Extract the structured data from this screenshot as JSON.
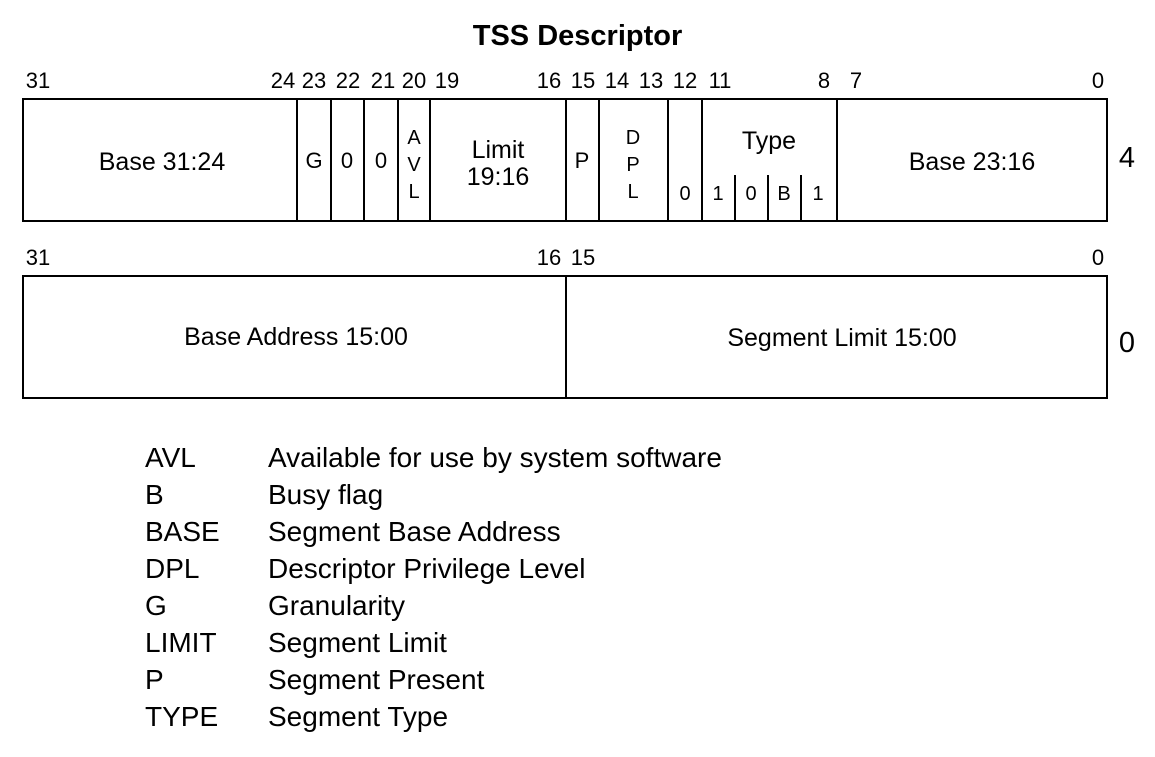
{
  "title": "TSS Descriptor",
  "word_high": {
    "offset_label": "4",
    "bit_labels": [
      "31",
      "24",
      "23",
      "22",
      "21",
      "20",
      "19",
      "16",
      "15",
      "14",
      "13",
      "12",
      "11",
      "8",
      "7",
      "0"
    ],
    "fields": {
      "base_high": "Base 31:24",
      "g": "G",
      "zero_a": "0",
      "zero_b": "0",
      "avl": [
        "A",
        "V",
        "L"
      ],
      "limit_high": [
        "Limit",
        "19:16"
      ],
      "p": "P",
      "dpl": [
        "D",
        "P",
        "L"
      ],
      "zero_c": "0",
      "type_label": "Type",
      "type_bits": [
        "1",
        "0",
        "B",
        "1"
      ],
      "base_mid": "Base 23:16"
    }
  },
  "word_low": {
    "offset_label": "0",
    "bit_labels": [
      "31",
      "16",
      "15",
      "0"
    ],
    "fields": {
      "base_low": "Base Address 15:00",
      "limit_low": "Segment Limit 15:00"
    }
  },
  "legend": [
    {
      "term": "AVL",
      "desc": "Available for use by system software"
    },
    {
      "term": "B",
      "desc": "Busy flag"
    },
    {
      "term": "BASE",
      "desc": "Segment Base Address"
    },
    {
      "term": "DPL",
      "desc": "Descriptor Privilege Level"
    },
    {
      "term": "G",
      "desc": "Granularity"
    },
    {
      "term": "LIMIT",
      "desc": "Segment Limit"
    },
    {
      "term": "P",
      "desc": "Segment Present"
    },
    {
      "term": "TYPE",
      "desc": "Segment Type"
    }
  ]
}
